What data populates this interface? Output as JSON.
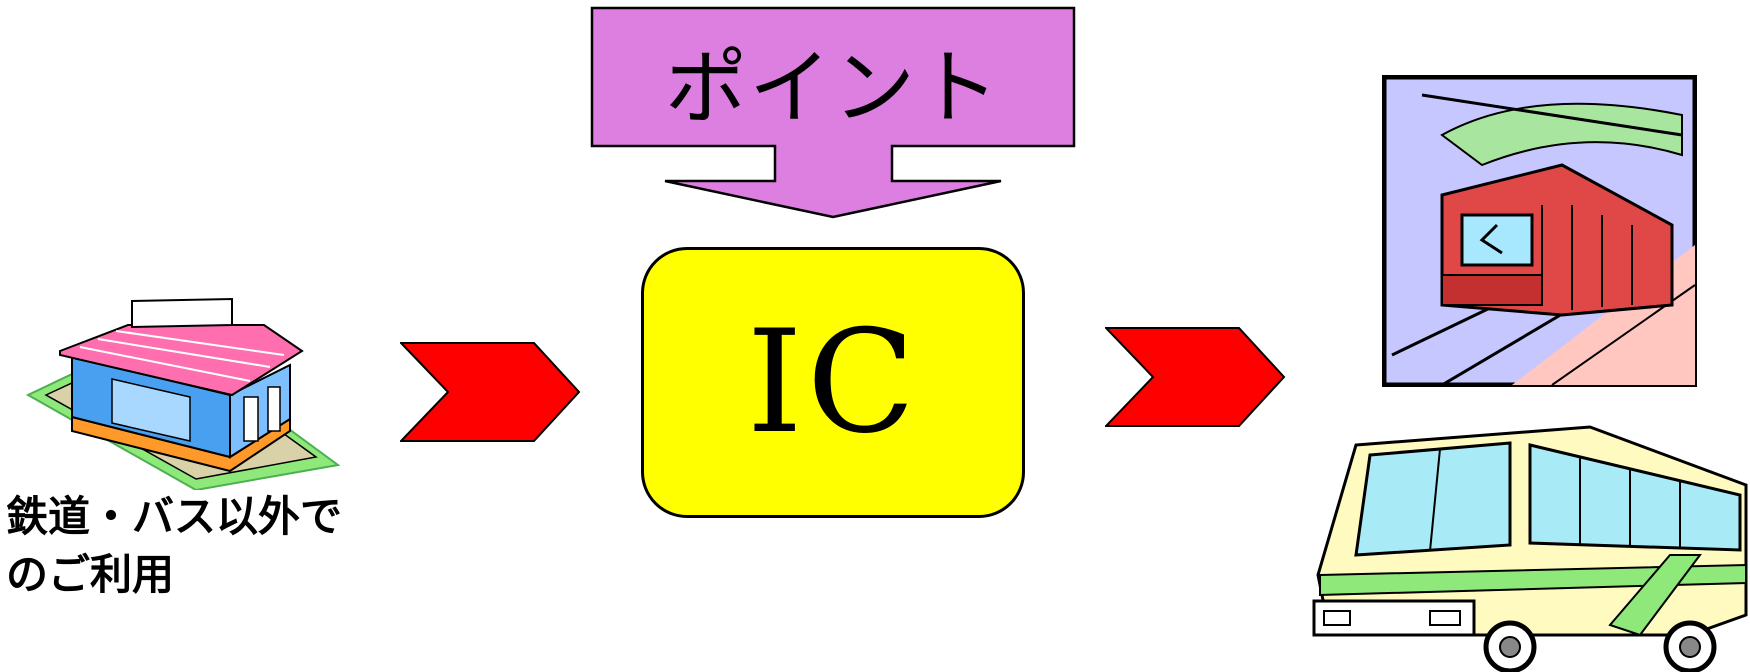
{
  "point": {
    "label": "ポイント"
  },
  "ic": {
    "label": "IC"
  },
  "shop": {
    "caption": "鉄道・バス以外で\nのご利用"
  },
  "colors": {
    "point_box": "#dd7fe0",
    "ic_box": "#ffff00",
    "flow_arrow": "#ff0000"
  },
  "icons": [
    "store-icon",
    "train-icon",
    "bus-icon"
  ]
}
